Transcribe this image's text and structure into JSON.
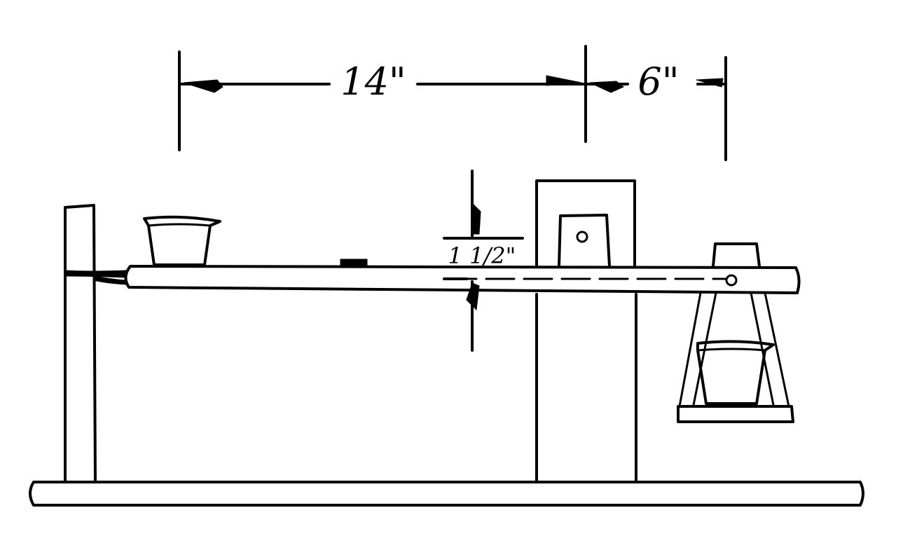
{
  "diagram": {
    "dimensions": {
      "long_span": "14\"",
      "short_span": "6\"",
      "height_gap": "1 1/2\""
    },
    "colors": {
      "ink": "#000000",
      "paper": "#ffffff"
    }
  }
}
